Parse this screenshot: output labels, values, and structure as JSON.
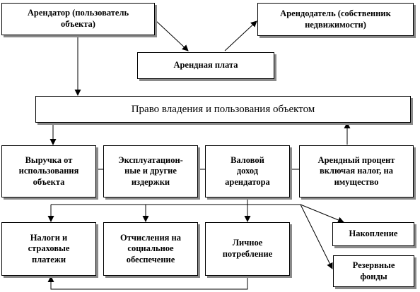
{
  "nodes": {
    "tenant": "Арендатор (пользователь\nобъекта)",
    "landlord": "Арендодатель (собственник\nнедвижимости)",
    "rent": "Арендная плата",
    "right": "Право владения и пользования объектом",
    "revenue": "Выручка от\nиспользования\nобъекта",
    "costs": "Эксплуатацион-\nные и другие\nиздержки",
    "gross": "Валовой\nдоход\nарендатора",
    "interest": "Арендный процент\nвключая налог, на\nимущество",
    "taxes": "Налоги и\nстраховые\nплатежи",
    "social": "Отчисления на\nсоциальное\nобеспечение",
    "consumption": "Личное\nпотребление",
    "savings": "Накопление",
    "reserve": "Резервные\nфонды"
  },
  "colors": {
    "stroke": "#000000",
    "shadow": "#8a8a8a",
    "background": "#ffffff"
  }
}
